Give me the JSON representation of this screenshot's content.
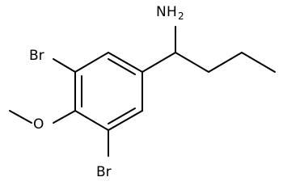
{
  "structure": {
    "atoms": {
      "amine": {
        "element": "N",
        "hydrogen": "H",
        "hydrogen_count": "2"
      },
      "bromine_upper": {
        "label": "Br"
      },
      "bromine_lower": {
        "label": "Br"
      },
      "methoxy_oxygen": {
        "label": "O"
      }
    }
  }
}
